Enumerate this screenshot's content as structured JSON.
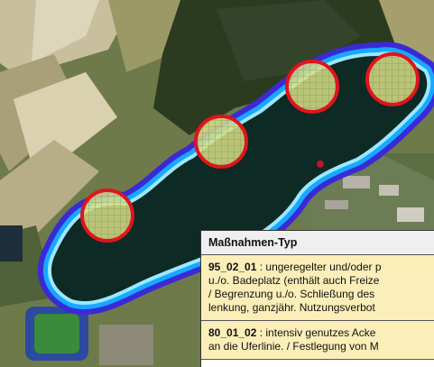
{
  "legend": {
    "title": "Maßnahmen-Typ",
    "entries": [
      {
        "code": "95_02_01",
        "lines": [
          " : ungeregelter und/oder p",
          "u./o. Badeplatz (enthält auch Freize",
          "/ Begrenzung u./o. Schließung des",
          "lenkung, ganzjähr. Nutzungsverbot"
        ]
      },
      {
        "code": "80_01_02",
        "lines": [
          " : intensiv genutzes Acke",
          "an die Uferlinie. / Festlegung von M"
        ]
      }
    ]
  },
  "colors": {
    "lake": "#0d2a25",
    "buffer_outer": "#3a2ad6",
    "buffer_mid": "#18a8ff",
    "buffer_inner": "#9be8ff",
    "circle_stroke": "#e0141e",
    "circle_fill": "#d9e38a"
  }
}
